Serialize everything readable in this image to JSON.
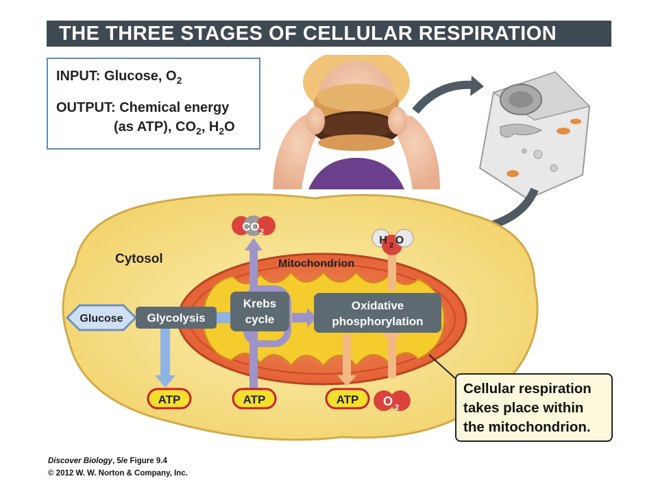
{
  "title": "THE THREE STAGES OF CELLULAR RESPIRATION",
  "input_box": {
    "input_label": "INPUT:",
    "input_value": "Glucose, O",
    "input_sub": "2",
    "output_label": "OUTPUT:",
    "output_value_line1": "Chemical energy",
    "output_value_line2_a": "(as ATP), CO",
    "output_value_line2_sub1": "2",
    "output_value_line2_b": ", H",
    "output_value_line2_sub2": "2",
    "output_value_line2_c": "O"
  },
  "diagram": {
    "cytosol_label": "Cytosol",
    "mitochondrion_label": "Mitochondrion",
    "glucose_label": "Glucose",
    "glycolysis_label": "Glycolysis",
    "krebs_line1": "Krebs",
    "krebs_line2": "cycle",
    "oxphos_line1": "Oxidative",
    "oxphos_line2": "phosphorylation",
    "atp_label": "ATP",
    "co2_main": "CO",
    "co2_sub": "2",
    "h2o_h": "H",
    "h2o_sub": "2",
    "h2o_o": "O",
    "o2_main": "O",
    "o2_sub": "2"
  },
  "callout": {
    "line1": "Cellular respiration",
    "line2": "takes place within",
    "line3": "the mitochondrion."
  },
  "credit": {
    "book": "Discover Biology",
    "edition": ", 5/e  Figure 9.4",
    "copyright": "© 2012 W. W. Norton & Company, Inc."
  },
  "colors": {
    "title_bar": "#3f4952",
    "cytosol_fill": "#f6e08a",
    "mito_outer": "#e4643a",
    "mito_inner": "#f1c62c",
    "process_box": "#5e6a72",
    "atp_fill": "#f3df2e",
    "atp_border": "#c8202a",
    "blue_arrow": "#8fb3e3",
    "purple_arrow": "#9e94c8",
    "orange_arrow": "#f2b982",
    "molecule_red": "#d9433b"
  }
}
